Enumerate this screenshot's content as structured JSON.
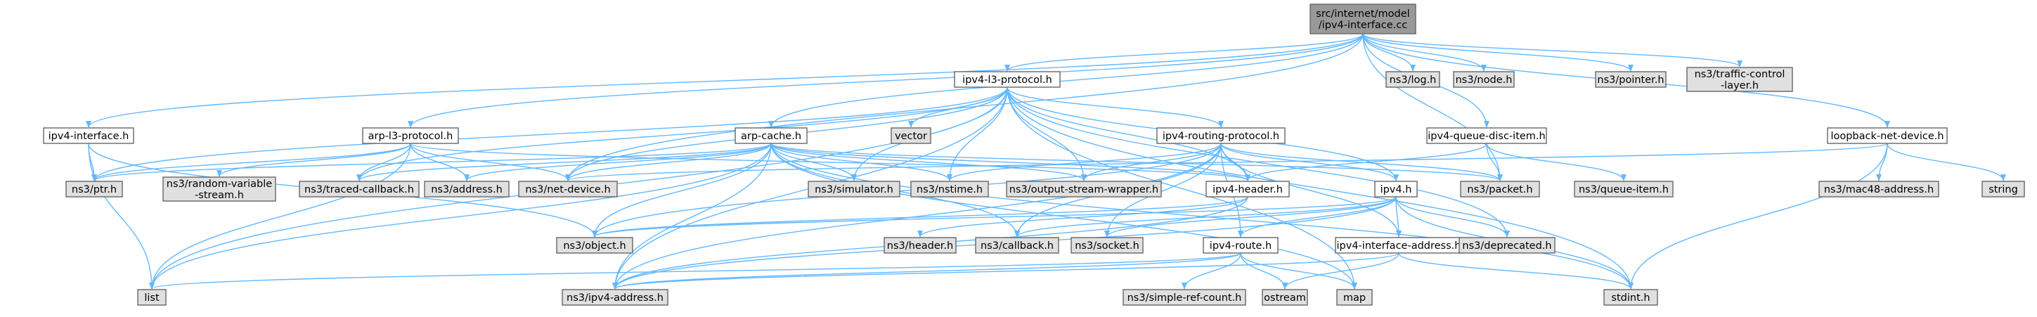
{
  "graph": {
    "root": "src/internet/model/ipv4-interface.cc",
    "colors": {
      "node_fill": "#ffffff",
      "ext_fill": "#e0e0e0",
      "root_fill": "#999999",
      "border": "#666666",
      "edge": "#63b8ff",
      "edge_alt": "#404040"
    },
    "nodes": [
      {
        "id": "root",
        "label": "src/internet/model\n/ipv4-interface.cc",
        "kind": "root"
      },
      {
        "id": "ipv4l3",
        "label": "ipv4-l3-protocol.h",
        "kind": "local"
      },
      {
        "id": "log",
        "label": "ns3/log.h",
        "kind": "ext"
      },
      {
        "id": "node",
        "label": "ns3/node.h",
        "kind": "ext"
      },
      {
        "id": "pointer",
        "label": "ns3/pointer.h",
        "kind": "ext"
      },
      {
        "id": "tclayer",
        "label": "ns3/traffic-control\n-layer.h",
        "kind": "ext"
      },
      {
        "id": "ipv4iface",
        "label": "ipv4-interface.h",
        "kind": "local"
      },
      {
        "id": "arpl3",
        "label": "arp-l3-protocol.h",
        "kind": "local"
      },
      {
        "id": "arpcache",
        "label": "arp-cache.h",
        "kind": "local"
      },
      {
        "id": "vector",
        "label": "vector",
        "kind": "ext"
      },
      {
        "id": "routing",
        "label": "ipv4-routing-protocol.h",
        "kind": "local"
      },
      {
        "id": "qdisc",
        "label": "ipv4-queue-disc-item.h",
        "kind": "local"
      },
      {
        "id": "loopback",
        "label": "loopback-net-device.h",
        "kind": "local"
      },
      {
        "id": "ptr",
        "label": "ns3/ptr.h",
        "kind": "ext"
      },
      {
        "id": "randvar",
        "label": "ns3/random-variable\n-stream.h",
        "kind": "ext"
      },
      {
        "id": "traced",
        "label": "ns3/traced-callback.h",
        "kind": "ext"
      },
      {
        "id": "address",
        "label": "ns3/address.h",
        "kind": "ext"
      },
      {
        "id": "netdev",
        "label": "ns3/net-device.h",
        "kind": "ext"
      },
      {
        "id": "simulator",
        "label": "ns3/simulator.h",
        "kind": "ext"
      },
      {
        "id": "nstime",
        "label": "ns3/nstime.h",
        "kind": "ext"
      },
      {
        "id": "osw",
        "label": "ns3/output-stream-wrapper.h",
        "kind": "ext"
      },
      {
        "id": "ipv4header",
        "label": "ipv4-header.h",
        "kind": "local"
      },
      {
        "id": "ipv4h",
        "label": "ipv4.h",
        "kind": "local"
      },
      {
        "id": "packet",
        "label": "ns3/packet.h",
        "kind": "ext"
      },
      {
        "id": "queueitem",
        "label": "ns3/queue-item.h",
        "kind": "ext"
      },
      {
        "id": "mac48",
        "label": "ns3/mac48-address.h",
        "kind": "ext"
      },
      {
        "id": "string",
        "label": "string",
        "kind": "ext"
      },
      {
        "id": "object",
        "label": "ns3/object.h",
        "kind": "ext"
      },
      {
        "id": "header",
        "label": "ns3/header.h",
        "kind": "ext"
      },
      {
        "id": "callback",
        "label": "ns3/callback.h",
        "kind": "ext"
      },
      {
        "id": "socket",
        "label": "ns3/socket.h",
        "kind": "ext"
      },
      {
        "id": "route",
        "label": "ipv4-route.h",
        "kind": "local"
      },
      {
        "id": "ifaddr",
        "label": "ipv4-interface-address.h",
        "kind": "local"
      },
      {
        "id": "deprecated",
        "label": "ns3/deprecated.h",
        "kind": "ext"
      },
      {
        "id": "list",
        "label": "list",
        "kind": "ext"
      },
      {
        "id": "ipv4addr",
        "label": "ns3/ipv4-address.h",
        "kind": "ext"
      },
      {
        "id": "simpleref",
        "label": "ns3/simple-ref-count.h",
        "kind": "ext"
      },
      {
        "id": "ostream",
        "label": "ostream",
        "kind": "ext"
      },
      {
        "id": "map",
        "label": "map",
        "kind": "ext"
      },
      {
        "id": "stdint",
        "label": "stdint.h",
        "kind": "ext"
      }
    ],
    "edges": [
      [
        "root",
        "ipv4l3"
      ],
      [
        "root",
        "log"
      ],
      [
        "root",
        "node"
      ],
      [
        "root",
        "pointer"
      ],
      [
        "root",
        "tclayer"
      ],
      [
        "root",
        "ipv4iface"
      ],
      [
        "root",
        "arpl3"
      ],
      [
        "root",
        "arpcache"
      ],
      [
        "root",
        "qdisc"
      ],
      [
        "root",
        "loopback"
      ],
      [
        "root",
        "packet"
      ],
      [
        "root",
        "netdev"
      ],
      [
        "ipv4l3",
        "vector"
      ],
      [
        "ipv4l3",
        "routing"
      ],
      [
        "ipv4l3",
        "ipv4h"
      ],
      [
        "ipv4l3",
        "ipv4header"
      ],
      [
        "ipv4l3",
        "ptr"
      ],
      [
        "ipv4l3",
        "netdev"
      ],
      [
        "ipv4l3",
        "traced"
      ],
      [
        "ipv4l3",
        "simulator"
      ],
      [
        "ipv4l3",
        "nstime"
      ],
      [
        "ipv4l3",
        "list"
      ],
      [
        "ipv4l3",
        "ipv4addr"
      ],
      [
        "ipv4l3",
        "map"
      ],
      [
        "ipv4l3",
        "stdint"
      ],
      [
        "ipv4l3",
        "deprecated"
      ],
      [
        "ipv4l3",
        "osw"
      ],
      [
        "ipv4iface",
        "ptr"
      ],
      [
        "ipv4iface",
        "list"
      ],
      [
        "ipv4iface",
        "object"
      ],
      [
        "arpl3",
        "ptr"
      ],
      [
        "arpl3",
        "randvar"
      ],
      [
        "arpl3",
        "traced"
      ],
      [
        "arpl3",
        "address"
      ],
      [
        "arpl3",
        "netdev"
      ],
      [
        "arpl3",
        "list"
      ],
      [
        "arpl3",
        "ipv4header"
      ],
      [
        "arpcache",
        "ptr"
      ],
      [
        "arpcache",
        "traced"
      ],
      [
        "arpcache",
        "address"
      ],
      [
        "arpcache",
        "netdev"
      ],
      [
        "arpcache",
        "simulator"
      ],
      [
        "arpcache",
        "nstime"
      ],
      [
        "arpcache",
        "osw"
      ],
      [
        "arpcache",
        "object"
      ],
      [
        "arpcache",
        "callback"
      ],
      [
        "arpcache",
        "list"
      ],
      [
        "arpcache",
        "ipv4addr"
      ],
      [
        "arpcache",
        "packet"
      ],
      [
        "arpcache",
        "map"
      ],
      [
        "arpcache",
        "stdint"
      ],
      [
        "arpcache",
        "ipv4header"
      ],
      [
        "routing",
        "nstime"
      ],
      [
        "routing",
        "osw"
      ],
      [
        "routing",
        "ipv4header"
      ],
      [
        "routing",
        "ipv4h"
      ],
      [
        "routing",
        "ifaddr"
      ],
      [
        "routing",
        "packet"
      ],
      [
        "routing",
        "callback"
      ],
      [
        "routing",
        "socket"
      ],
      [
        "routing",
        "route"
      ],
      [
        "routing",
        "object"
      ],
      [
        "routing",
        "ipv4addr"
      ],
      [
        "qdisc",
        "ipv4header"
      ],
      [
        "qdisc",
        "packet"
      ],
      [
        "qdisc",
        "queueitem"
      ],
      [
        "loopback",
        "netdev"
      ],
      [
        "loopback",
        "mac48"
      ],
      [
        "loopback",
        "string"
      ],
      [
        "loopback",
        "stdint"
      ],
      [
        "ipv4header",
        "object"
      ],
      [
        "ipv4header",
        "header"
      ],
      [
        "ipv4header",
        "ipv4addr"
      ],
      [
        "ipv4h",
        "object"
      ],
      [
        "ipv4h",
        "callback"
      ],
      [
        "ipv4h",
        "socket"
      ],
      [
        "ipv4h",
        "route"
      ],
      [
        "ipv4h",
        "ifaddr"
      ],
      [
        "ipv4h",
        "deprecated"
      ],
      [
        "ipv4h",
        "stdint"
      ],
      [
        "ipv4h",
        "ipv4addr"
      ],
      [
        "route",
        "list"
      ],
      [
        "route",
        "ipv4addr"
      ],
      [
        "route",
        "simpleref"
      ],
      [
        "route",
        "ostream"
      ],
      [
        "route",
        "map"
      ],
      [
        "ifaddr",
        "ipv4addr"
      ],
      [
        "ifaddr",
        "ostream"
      ],
      [
        "ifaddr",
        "stdint"
      ]
    ]
  }
}
